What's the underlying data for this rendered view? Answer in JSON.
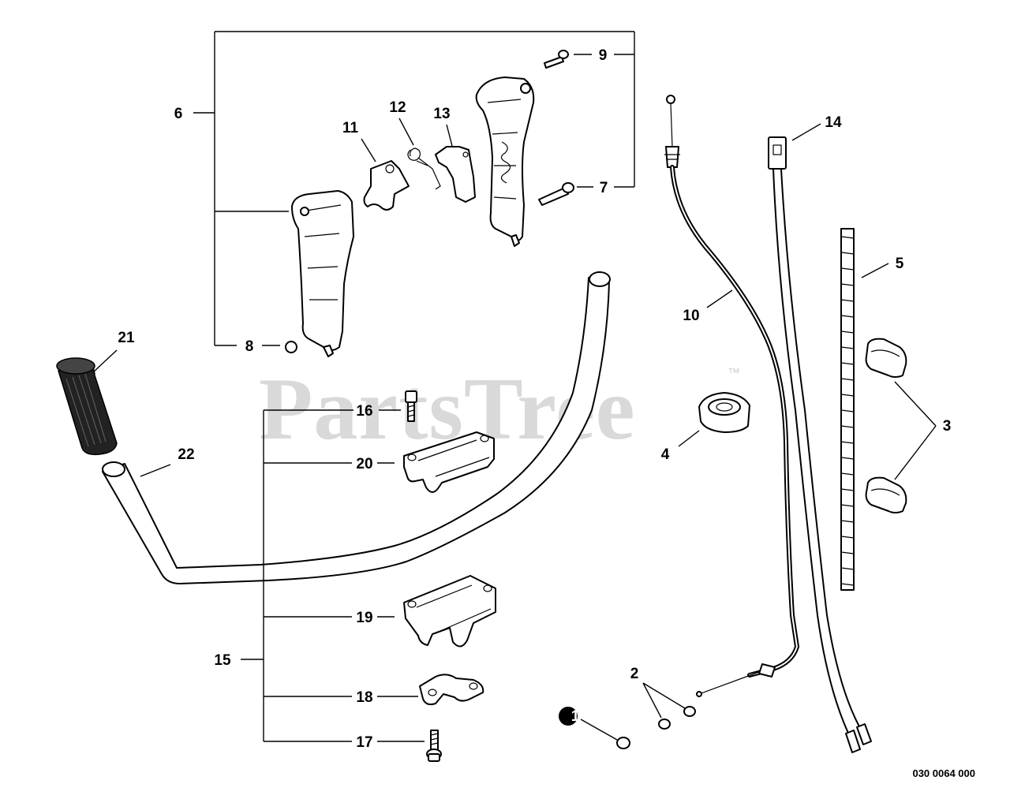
{
  "watermark": {
    "text": "PartsTree",
    "trademark": "™"
  },
  "drawing_code": "030 0064 000",
  "callouts": {
    "c1": "1",
    "c2": "2",
    "c3": "3",
    "c4": "4",
    "c5": "5",
    "c6": "6",
    "c7": "7",
    "c8": "8",
    "c9": "9",
    "c10": "10",
    "c11": "11",
    "c12": "12",
    "c13": "13",
    "c14": "14",
    "c15": "15",
    "c16": "16",
    "c17": "17",
    "c18": "18",
    "c19": "19",
    "c20": "20",
    "c21": "21",
    "c22": "22"
  }
}
